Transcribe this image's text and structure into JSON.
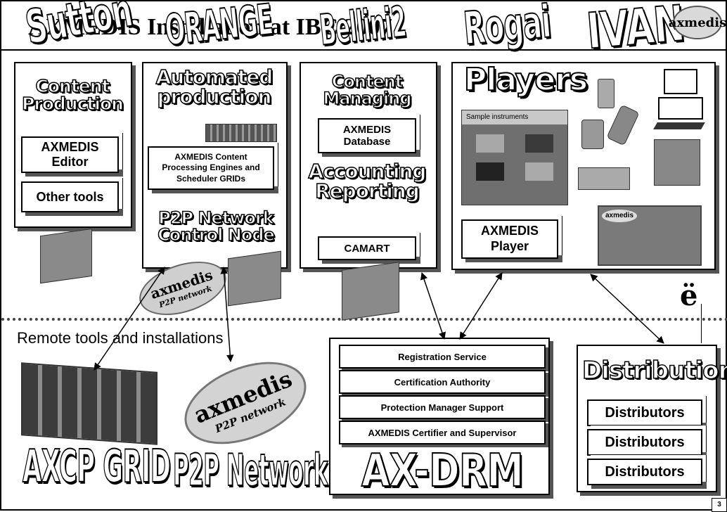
{
  "title": "AXMEDIS Installation at IBC 2007",
  "partners": [
    "Sutton",
    "ORANGE",
    "Bellini2",
    "Rogai",
    "IVAN"
  ],
  "logo_text": "axmedis",
  "sections": {
    "content_production": {
      "heading": "Content Production",
      "items": [
        "AXMEDIS Editor",
        "Other tools"
      ]
    },
    "automated_production": {
      "heading": "Automated production",
      "items": [
        "AXMEDIS Content Processing Engines and Scheduler GRIDs"
      ],
      "subheading": "P2P Network Control Node"
    },
    "content_managing": {
      "heading": "Content Managing",
      "items": [
        "AXMEDIS Database"
      ],
      "subheading": "Accounting Reporting",
      "sub_items": [
        "CAMART"
      ]
    },
    "players": {
      "heading": "Players",
      "items": [
        "AXMEDIS Player"
      ],
      "screen_text": "Sample instruments",
      "tv_logo": "axmedis"
    }
  },
  "remote_label": "Remote tools and installations",
  "p2p_badge": {
    "brand": "axmedis",
    "sub": "P2P network"
  },
  "bottom": {
    "axcp_grid": "AXCP GRID",
    "p2p_network": "P2P Network",
    "drm_label": "AX-DRM",
    "drm_items": [
      "Registration Service",
      "Certification Authority",
      "Protection  Manager Support",
      "AXMEDIS Certifier and Supervisor"
    ],
    "distribution_heading": "Distribution",
    "distributors": [
      "Distributors",
      "Distributors",
      "Distributors"
    ]
  },
  "page_number": "3"
}
